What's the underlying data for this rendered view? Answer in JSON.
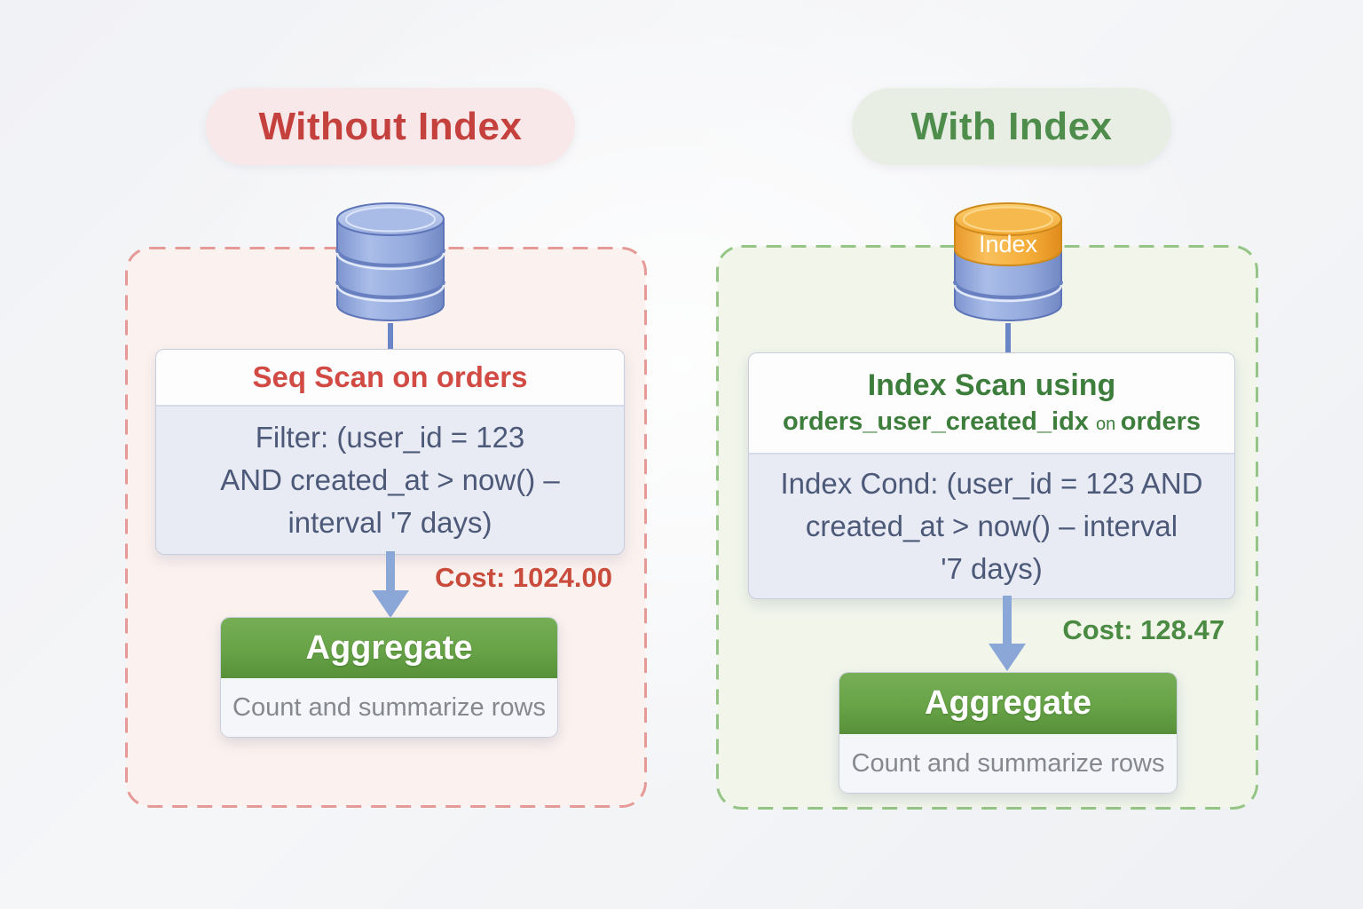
{
  "left": {
    "title": "Without Index",
    "scan": {
      "header": "Seq Scan on orders",
      "lines": [
        "Filter: (user_id = 123",
        "AND created_at > now() –",
        "interval '7 days)"
      ]
    },
    "cost": "Cost: 1024.00",
    "aggregate": {
      "title": "Aggregate",
      "subtitle": "Count and summarize rows"
    }
  },
  "right": {
    "title": "With Index",
    "db_label": "Index",
    "scan": {
      "header1": "Index Scan using",
      "header2_index": "orders_user_created_idx",
      "header2_on": "on",
      "header2_table": "orders",
      "lines": [
        "Index Cond: (user_id = 123 AND",
        "created_at > now() – interval",
        "'7 days)"
      ]
    },
    "cost": "Cost: 128.47",
    "aggregate": {
      "title": "Aggregate",
      "subtitle": "Count and summarize rows"
    }
  },
  "colors": {
    "title_red": "#c5413d",
    "title_green": "#4e8d4c",
    "panel_border_red": "#e59a98",
    "panel_border_green": "#95c584",
    "cost_red": "#c84b3b",
    "cost_green": "#4a8a42",
    "aggregate_green": "#68a348",
    "cylinder_blue": "#93aadd",
    "cylinder_orange": "#f3a93c",
    "arrow_blue": "#8ba7d8"
  }
}
